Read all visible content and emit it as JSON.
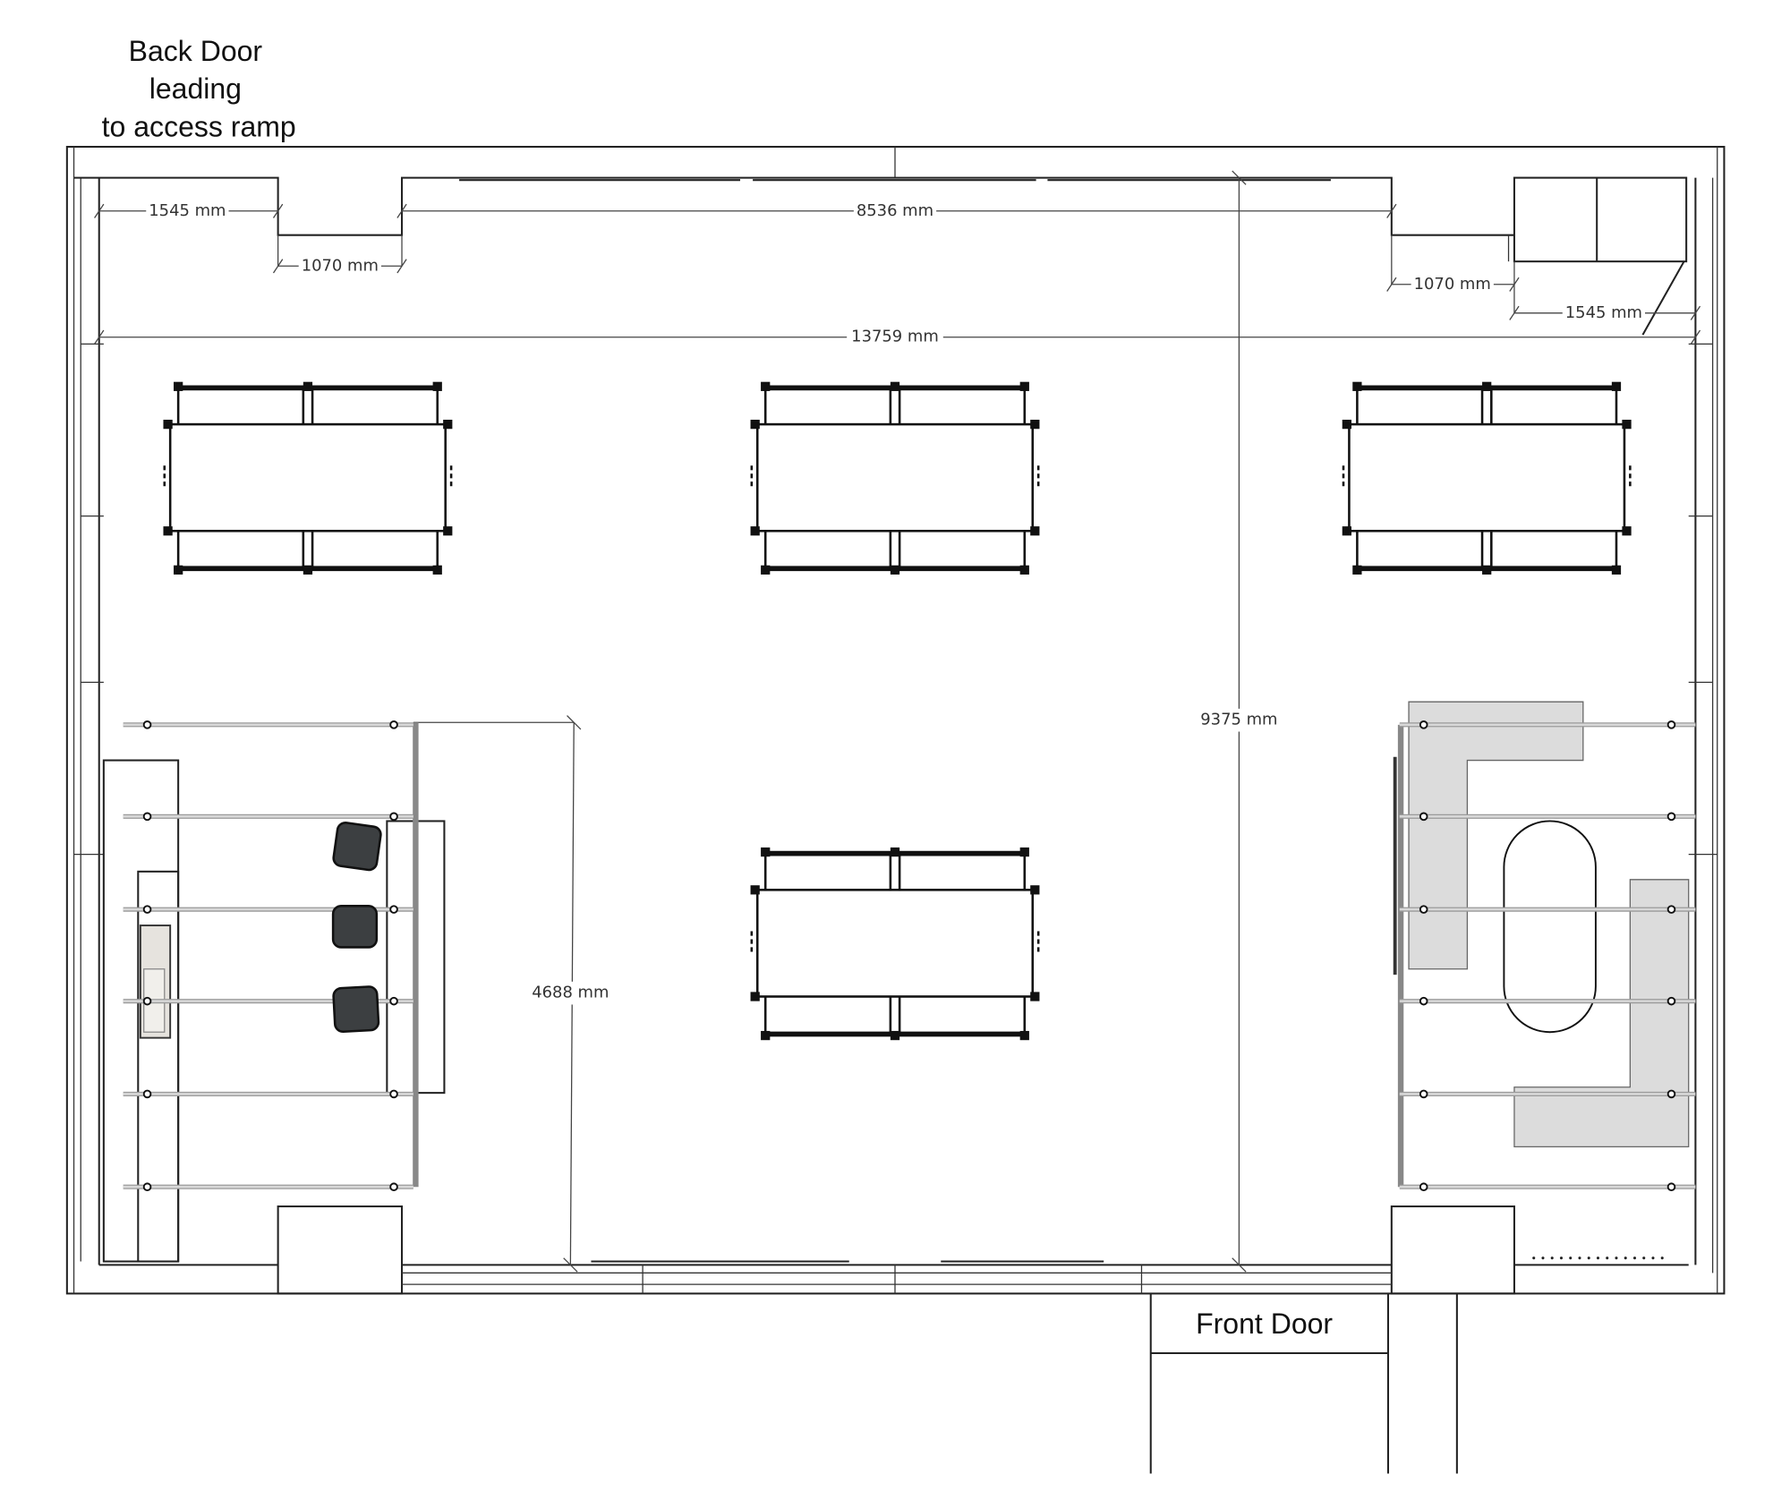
{
  "labels": {
    "back_door": [
      "Back Door",
      "leading",
      "to access ramp"
    ],
    "front_door": "Front Door"
  },
  "dimensions": {
    "top_left_offset": "1545 mm",
    "top_left_notch": "1070 mm",
    "top_span": "8536 mm",
    "top_right_notch": "1070 mm",
    "top_right_offset": "1545 mm",
    "overall_width": "13759 mm",
    "overall_depth": "9375 mm",
    "kitchen_depth": "4688 mm"
  },
  "furniture": {
    "tables": 4,
    "stools": 3,
    "left_rails": 6,
    "right_rails": 6
  }
}
